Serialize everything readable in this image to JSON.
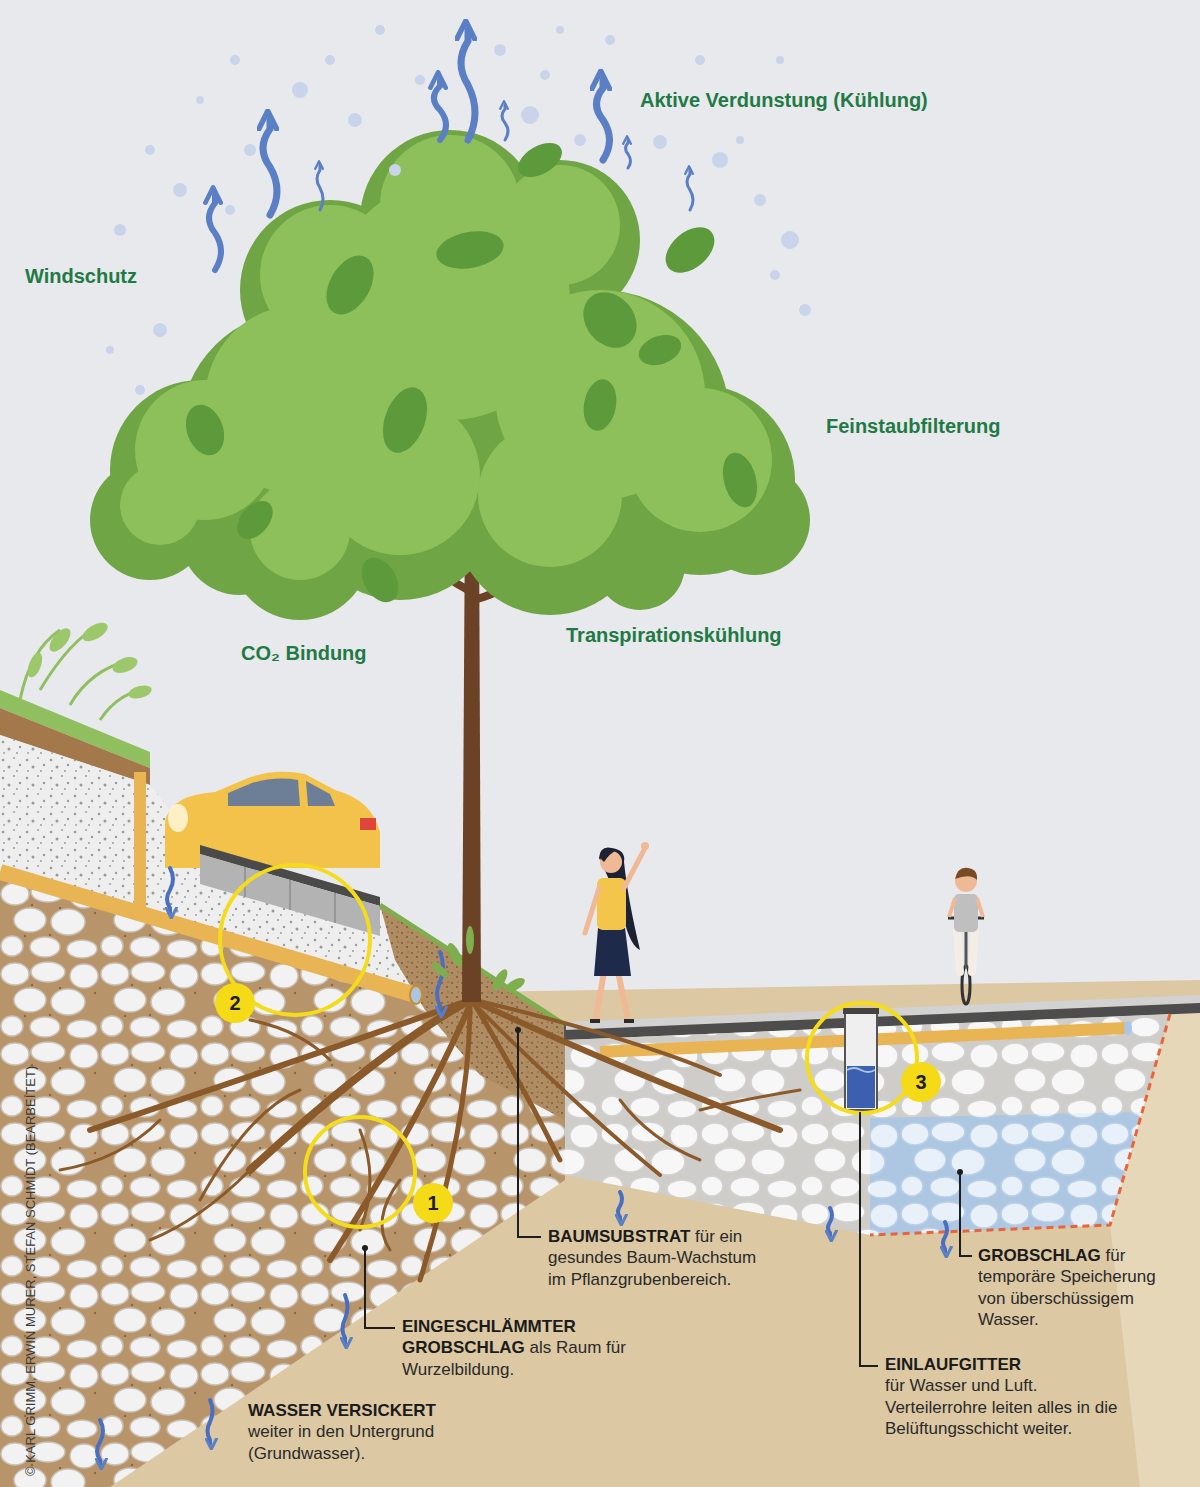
{
  "diagram": {
    "nodes": [
      {
        "text": [
          "1"
        ]
      },
      {
        "text": [
          "2"
        ]
      },
      {
        "text": [
          "3"
        ]
      }
    ],
    "labels": [
      "Aktive Verdunstung (Kühlung)",
      "Windschutz",
      "Feinstaubfilterung",
      "CO₂ Bindung",
      "Transpirationskühlung",
      "BAUMSUBSTRAT",
      "für ein gesundes Baum-Wachstum im Pflanzgrubenbereich.",
      "EINGESCHLÄMMTER GROBSCHLAG",
      "als Raum für Wurzelbildung.",
      "WASSER VERSICKERT",
      "weiter in den Untergrund (Grundwasser).",
      "EINLAUFGITTER",
      "für Wasser und Luft. Verteilerrohre leiten alles in die Belüftungsschicht weiter.",
      "GROBSCHLAG",
      "für temporäre Speicherung von überschüssigem Wasser.",
      "© KARL GRIMM, ERWIN MURER, STEFAN SCHMIDT (BEARBEITET)"
    ]
  }
}
